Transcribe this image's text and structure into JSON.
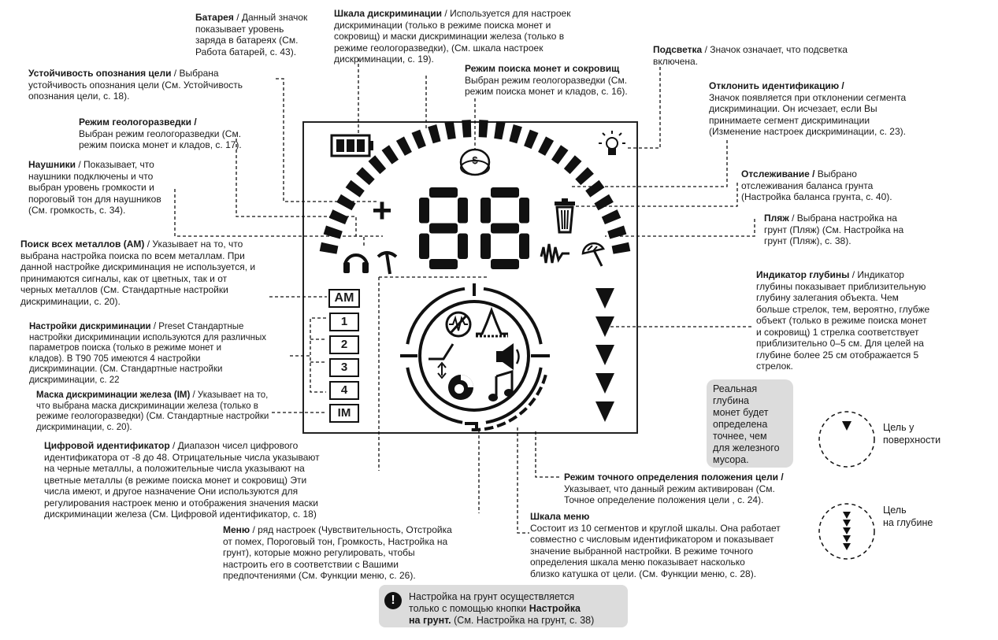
{
  "annotations": {
    "battery": {
      "title": "Батарея",
      "text": " / Данный значок\nпоказывает уровень\nзаряда в батареях (См.\nРабота батарей, с. 43)."
    },
    "disc_scale": {
      "title": "Шкала дискриминации",
      "text": " / Используется для настроек\nдискриминации (только в режиме поиска монет и\nсокровищ) и маски дискриминации железа (только в\nрежиме геологоразведки), (См. шкала настроек\nдискриминации, с. 19)."
    },
    "backlight": {
      "title": "Подсветка",
      "text": " / Значок означает, что подсветка\nвключена."
    },
    "target_stability": {
      "title": "Устойчивость опознания цели",
      "text": "  / Выбрана\nустойчивость опознания цели (См. Устойчивость\nопознания цели, с. 18)."
    },
    "coin_mode": {
      "title": "Режим поиска монет и сокровищ",
      "text": "\nВыбран режим геологоразведки (См.\nрежим поиска монет и кладов, с. 16)."
    },
    "reject_id": {
      "title": "Отклонить идентификацию /",
      "text": "\nЗначок появляется при отклонении сегмента\nдискриминации. Он исчезает, если Вы\nпринимаете сегмент дискриминации\n(Изменение настроек дискриминации, с. 23)."
    },
    "prospecting": {
      "title": "Режим геологоразведки /",
      "text": "\nВыбран режим геологоразведки (См.\nрежим поиска монет и кладов, с. 17)."
    },
    "headphones": {
      "title": "Наушники",
      "text": " / Показывает, что\nнаушники подключены и что\nвыбран уровень громкости и\nпороговый тон для наушников\n(См. громкость, с. 34)."
    },
    "tracking": {
      "title": "Отслеживание /",
      "text": " Выбрано\nотслеживания баланса грунта\n(Настройка баланса грунта, с. 40)."
    },
    "beach": {
      "title": "Пляж",
      "text": " / Выбрана настройка на\nгрунт (Пляж) (См. Настройка на\nгрунт (Пляж), с. 38)."
    },
    "all_metal": {
      "title": "Поиск всех металлов (AM)",
      "text": " / Указывает на то, что\nвыбрана настройка поиска по всем металлам. При\nданной настройке дискриминация не используется, и\nпринимаются сигналы, как от цветных, так и от\nчерных металлов (См. Стандартные настройки\nдискриминации, с. 20)."
    },
    "depth": {
      "title": "Индикатор глубины",
      "text": "  / Индикатор\nглубины показывает приблизительную\nглубину залегания объекта. Чем\nбольше стрелок, тем, вероятно, глубже\nобъект (только в режиме поиска монет\nи сокровищ) 1 стрелка соответствует\nприблизительно 0–5 см. Для целей на\nглубине более 25 см отображается 5\nстрелок."
    },
    "presets": {
      "title": "Настройки дискриминации",
      "text": " / Preset Стандартные\nнастройки дискриминации используются для различных\nпараметров поиска (только в режиме монет и\nкладов). В T90 705 имеются 4 настройки\nдискриминации. (См. Стандартные настройки\nдискриминации, с. 22"
    },
    "iron_mask": {
      "title": "Маска дискриминации железа (IM)",
      "text": " / Указывает на то,\nчто выбрана маска дискриминации железа (только в\nрежиме геологоразведки) (См. Стандартные настройки\nдискриминации, с. 20)."
    },
    "digital_id": {
      "title": "Цифровой идентификатор",
      "text": " / Диапазон чисел цифрового\nидентификатора от -8 до 48. Отрицательные числа указывают\nна черные металлы, а положительные числа указывают на\nцветные металлы (в режиме поиска монет и сокровищ) Эти\nчисла имеют, и другое назначение Они используются для\nрегулирования настроек меню и отображения значения маски\nдискриминации железа (См. Цифровой идентификатор, с. 18)"
    },
    "pinpoint": {
      "title": "Режим точного определения положения цели /",
      "text": "\nУказывает, что данный режим активирован (См.\nТочное определение положения цели , с. 24)."
    },
    "menu_scale": {
      "title": "Шкала меню",
      "text": "\nСостоит из 10 сегментов и круглой шкалы. Она работает\nсовместно с числовым идентификатором и показывает\nзначение выбранной настройки. В режиме точного\nопределения шкала меню показывает насколько\nблизко катушка от цели.  (См. Функции меню, с. 28)."
    },
    "menu": {
      "title": "Меню",
      "text": " / ряд настроек (Чувствительность, Отстройка\nот помех, Пороговый тон, Громкость, Настройка на\nгрунт), которые можно регулировать, чтобы\nнастроить его в соответствии с Вашими\nпредпочтениями (См. Функции меню, с. 26)."
    }
  },
  "lcd": {
    "digits": "88",
    "am_label": "AM",
    "preset_labels": [
      "1",
      "2",
      "3",
      "4"
    ],
    "im_label": "IM",
    "plus_sign": "+",
    "coin_symbol": "$",
    "depth_arrow_count": 5,
    "icons": [
      "battery-icon",
      "lightbulb-icon",
      "coin-icon",
      "trash-icon",
      "headphones-icon",
      "pickaxe-icon",
      "ground-wave-icon",
      "beach-umbrella-icon",
      "noise-icon",
      "sensitivity-icon",
      "threshold-icon",
      "volume-icon",
      "ground-balance-icon",
      "music-note-icon"
    ]
  },
  "notes": {
    "coin_depth": "Реальная\nглубина\nмонет будет\nопределена\nточнее, чем\nдля железного\nмусора.",
    "ground_balance_line1": "Настройка на грунт осуществляется\nтолько с помощью кнопки ",
    "ground_balance_bold": "Настройка\nна грунт.",
    "ground_balance_tail": " (См. Настройка на грунт, с. 38)"
  },
  "legend": {
    "surface": "Цель у\nповерхности",
    "deep": "Цель\nна глубине"
  },
  "colors": {
    "ink": "#111111",
    "note_bg": "#dcdcdc",
    "text": "#1a1a1a"
  }
}
